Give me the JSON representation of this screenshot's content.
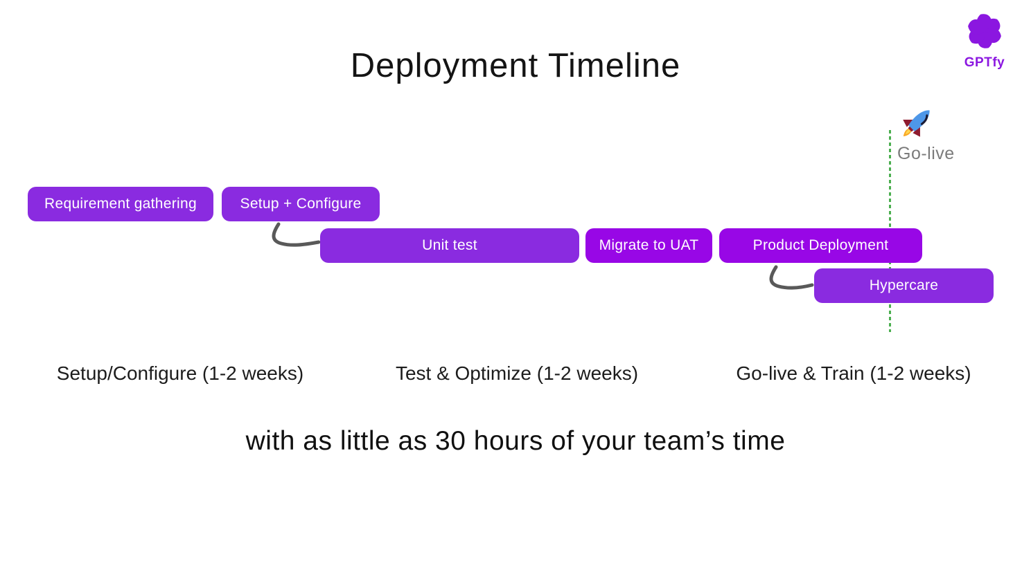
{
  "slide": {
    "title": "Deployment Timeline",
    "footnote": "with as little as 30 hours of your team’s time"
  },
  "brand": {
    "name": "GPTfy",
    "icon": "pinwheel-icon",
    "color": "#8B17E0"
  },
  "golive": {
    "label": "Go-live",
    "icon": "rocket-icon",
    "label_color": "#7b7b7b",
    "line_color": "#4CAF50",
    "line_style": "dotted-vertical"
  },
  "timeline": {
    "bars": [
      {
        "label": "Requirement gathering",
        "color": "#8A2BE0",
        "row": 1
      },
      {
        "label": "Setup + Configure",
        "color": "#8A2BE0",
        "row": 1
      },
      {
        "label": "Unit test",
        "color": "#8A2BE0",
        "row": 2
      },
      {
        "label": "Migrate to UAT",
        "color": "#9807E6",
        "row": 2
      },
      {
        "label": "Product Deployment",
        "color": "#9807E6",
        "row": 2
      },
      {
        "label": "Hypercare",
        "color": "#8A2BE0",
        "row": 3
      }
    ],
    "connectors": [
      {
        "name": "setup-to-unit-test",
        "color": "#595959"
      },
      {
        "name": "deployment-to-hypercare",
        "color": "#595959"
      }
    ],
    "phases": [
      {
        "label": "Setup/Configure (1-2 weeks)"
      },
      {
        "label": "Test & Optimize (1-2 weeks)"
      },
      {
        "label": "Go-live & Train (1-2 weeks)"
      }
    ]
  }
}
